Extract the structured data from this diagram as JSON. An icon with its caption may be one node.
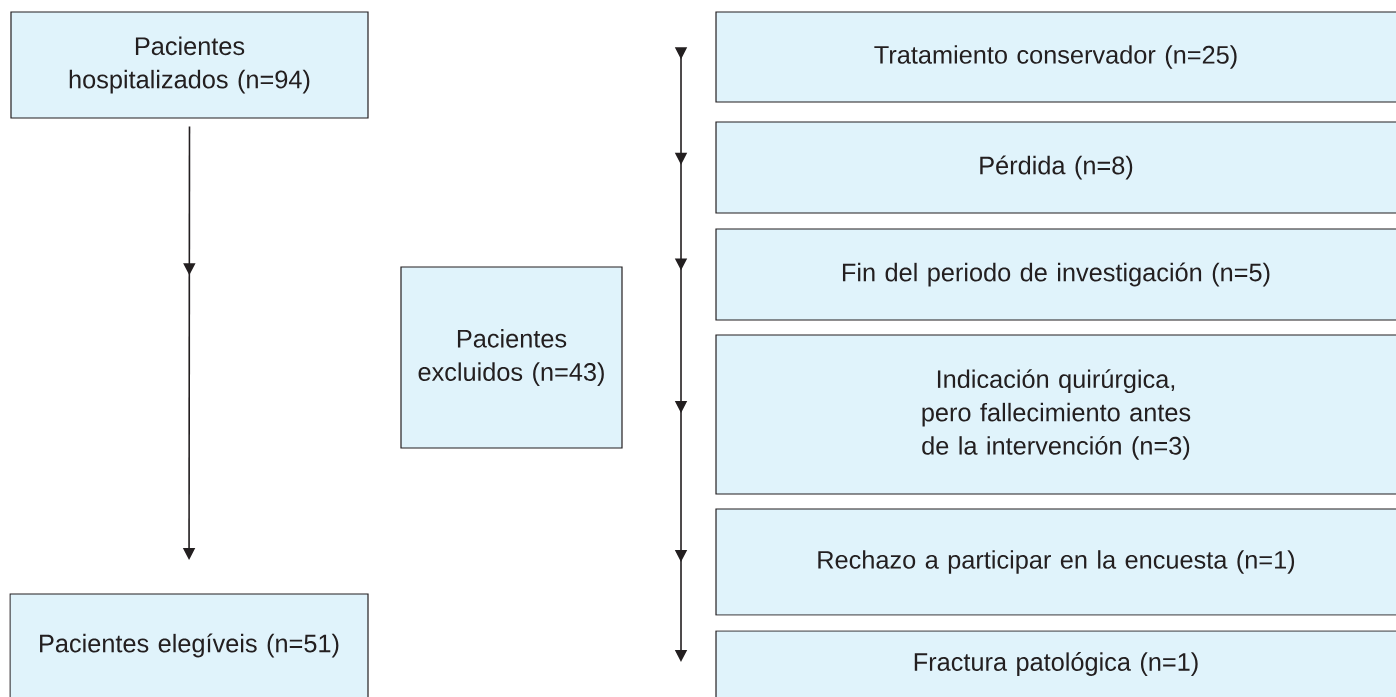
{
  "diagram": {
    "nodes": [
      {
        "text": [
          "Pacientes hospitalizados (n=94)"
        ]
      },
      {
        "text": [
          "Pacientes excluidos (n=43)"
        ]
      },
      {
        "text": [
          "Pacientes elegíveis (n=51)"
        ]
      },
      {
        "text": [
          "Tratamiento conservador (n=25)"
        ]
      },
      {
        "text": [
          "Pérdida (n=8)"
        ]
      },
      {
        "text": [
          "Fin del periodo de investigación (n=5)"
        ]
      },
      {
        "text": [
          "Indicación quirúrgica, pero fallecimiento antes de la intervención (n=3)"
        ]
      },
      {
        "text": [
          "Rechazo a participar en la encuesta (n=1)"
        ]
      },
      {
        "text": [
          "Fractura patológica (n=1)"
        ]
      }
    ],
    "edges": [
      {
        "from": 0,
        "to": 2,
        "arrow": "to"
      }
    ]
  }
}
